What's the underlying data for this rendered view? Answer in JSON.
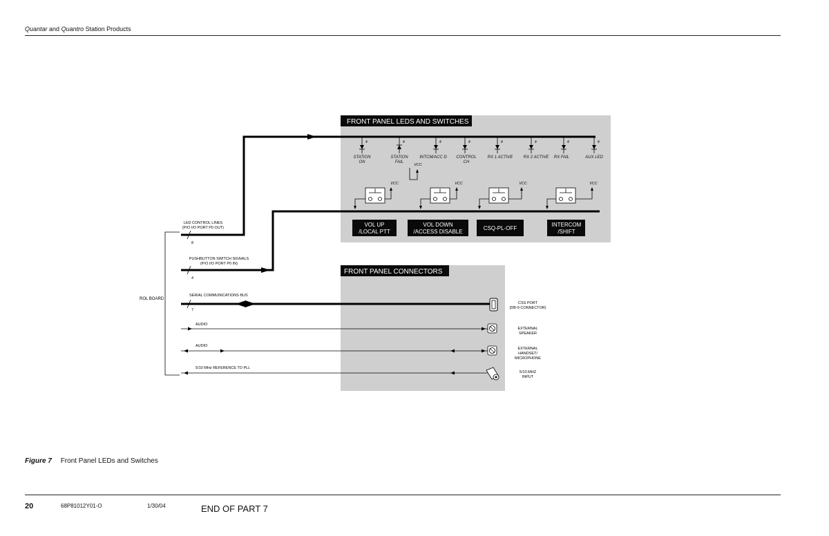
{
  "header": {
    "product_a": "Quantar",
    "and": "and",
    "product_b": "Quantro",
    "tail": "Station Products"
  },
  "caption": {
    "figure": "Figure 7",
    "title": "Front Panel LEDs and Switches"
  },
  "footer": {
    "page": "20",
    "doc_number": "68P81012Y01-O",
    "date": "1/30/04",
    "end_text": "END OF PART 7"
  },
  "diagram": {
    "leds_box_title": "FRONT PANEL LEDS AND SWITCHES",
    "connectors_box_title": "FRONT PANEL CONNECTORS",
    "control_board_label": "ROL BOARD",
    "leds": [
      {
        "line1": "STATION",
        "line2": "ON"
      },
      {
        "line1": "STATION",
        "line2": "FAIL"
      },
      {
        "line1": "INTCM/ACC D",
        "line2": ""
      },
      {
        "line1": "CONTROL",
        "line2": "CH"
      },
      {
        "line1": "RX 1 ACTIVE",
        "line2": ""
      },
      {
        "line1": "RX 2 ACTIVE",
        "line2": ""
      },
      {
        "line1": "RX FAIL",
        "line2": ""
      },
      {
        "line1": "AUX LED",
        "line2": ""
      }
    ],
    "vcc": "VCC",
    "switches": [
      {
        "line1": "VOL UP",
        "line2": "/LOCAL PTT"
      },
      {
        "line1": "VOL DOWN",
        "line2": "/ACCESS DISABLE"
      },
      {
        "line1": "CSQ-PL-OFF",
        "line2": ""
      },
      {
        "line1": "INTERCOM",
        "line2": "/SHIFT"
      }
    ],
    "buses": [
      {
        "line1": "LED CONTROL LINES",
        "line2": "(P/O I/O PORT P0 OUT)",
        "count": "8"
      },
      {
        "line1": "PUSHBUTTON SWITCH SIGNALS",
        "line2": "(P/O I/O PORT P0 IN)",
        "count": "4"
      },
      {
        "line1": "SERIAL COMMUNICATIONS BUS",
        "line2": "",
        "count": "7"
      }
    ],
    "signals": [
      {
        "label": "AUDIO"
      },
      {
        "label": "AUDIO"
      },
      {
        "label": "5/10 MHz REFERENCE TO PLL"
      }
    ],
    "connectors": [
      {
        "line1": "CSS PORT",
        "line2": "(DB-9 CONNECTOR)",
        "line3": ""
      },
      {
        "line1": "EXTERNAL",
        "line2": "SPEAKER",
        "line3": ""
      },
      {
        "line1": "EXTERNAL",
        "line2": "HANDSET/",
        "line3": "MICROPHONE"
      },
      {
        "line1": "5/10 MHZ",
        "line2": "INPUT",
        "line3": ""
      }
    ]
  }
}
